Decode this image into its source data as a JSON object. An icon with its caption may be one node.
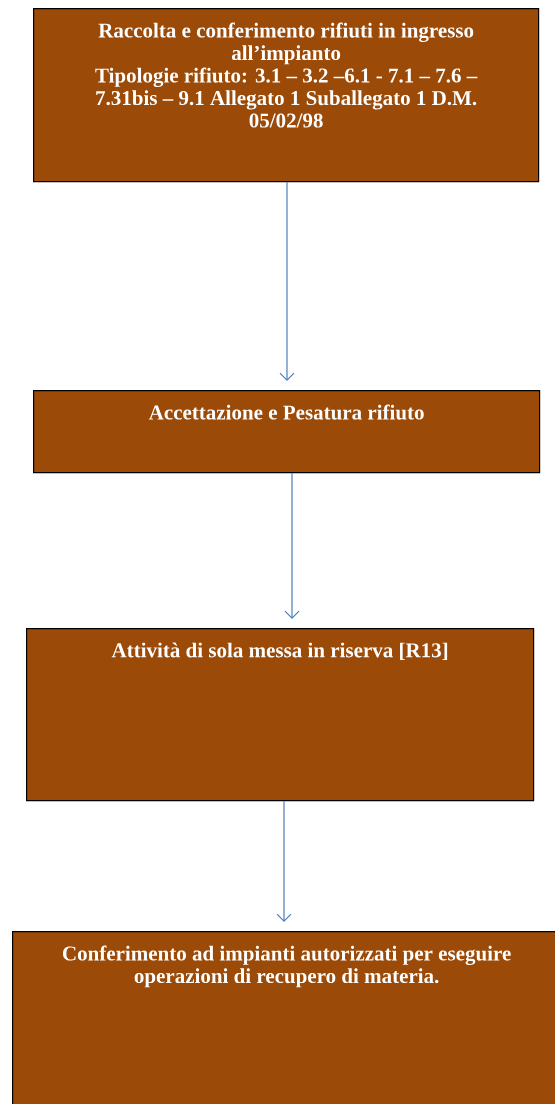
{
  "diagram": {
    "nodes": [
      {
        "text": [
          "Raccolta e conferimento rifiuti in ingresso all’impianto",
          "Tipologie rifiuto: 3.1 – 3.2 –6.1 - 7.1 – 7.6 – 7.31bis – 9.1 Allegato 1 Suballegato 1 D.M. 05/02/98"
        ]
      },
      {
        "text": [
          "Accettazione e Pesatura rifiuto"
        ]
      },
      {
        "text": [
          "Attività di sola messa in riserva [R13]"
        ]
      },
      {
        "text": [
          "Conferimento ad impianti autorizzati per eseguire operazioni di recupero di materia."
        ]
      }
    ],
    "edges": [
      {
        "from": 0,
        "to": 1,
        "arrow": "to"
      },
      {
        "from": 1,
        "to": 2,
        "arrow": "to"
      },
      {
        "from": 2,
        "to": 3,
        "arrow": "to"
      }
    ]
  }
}
